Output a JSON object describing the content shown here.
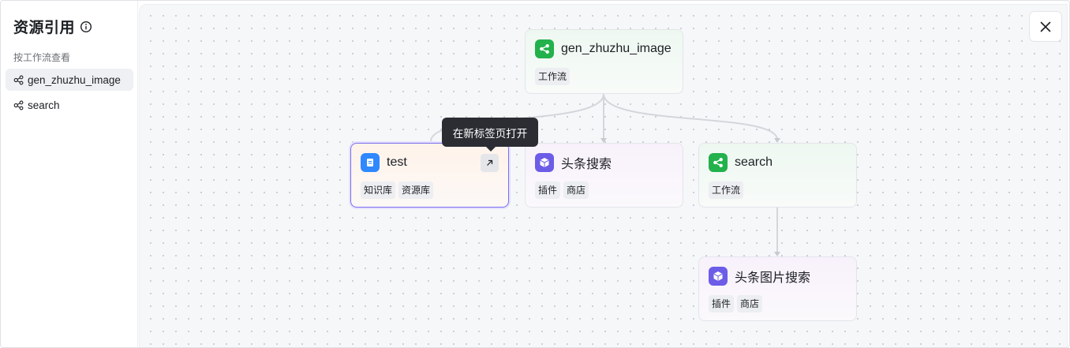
{
  "sidebar": {
    "title": "资源引用",
    "subtitle": "按工作流查看",
    "items": [
      {
        "label": "gen_zhuzhu_image",
        "active": true
      },
      {
        "label": "search",
        "active": false
      }
    ]
  },
  "graph": {
    "nodes": {
      "root": {
        "title": "gen_zhuzhu_image",
        "tags": [
          "工作流"
        ],
        "kind": "workflow"
      },
      "test": {
        "title": "test",
        "tags": [
          "知识库",
          "资源库"
        ],
        "kind": "knowledge"
      },
      "toutiao": {
        "title": "头条搜索",
        "tags": [
          "插件",
          "商店"
        ],
        "kind": "plugin"
      },
      "search": {
        "title": "search",
        "tags": [
          "工作流"
        ],
        "kind": "workflow"
      },
      "toutiao_img": {
        "title": "头条图片搜索",
        "tags": [
          "插件",
          "商店"
        ],
        "kind": "plugin"
      }
    },
    "tooltip": "在新标签页打开"
  },
  "colors": {
    "workflow_icon": "#22b14c",
    "knowledge_icon": "#2f88ff",
    "plugin_icon": "#6c5ce7",
    "selected_border": "#7a6ff0",
    "edge": "#d4d6dc"
  },
  "icons": {
    "info": "info-circle-icon",
    "workflow": "workflow-icon",
    "knowledge": "knowledge-base-icon",
    "plugin": "plugin-cube-icon",
    "open": "arrow-up-right-icon",
    "close": "close-icon"
  }
}
